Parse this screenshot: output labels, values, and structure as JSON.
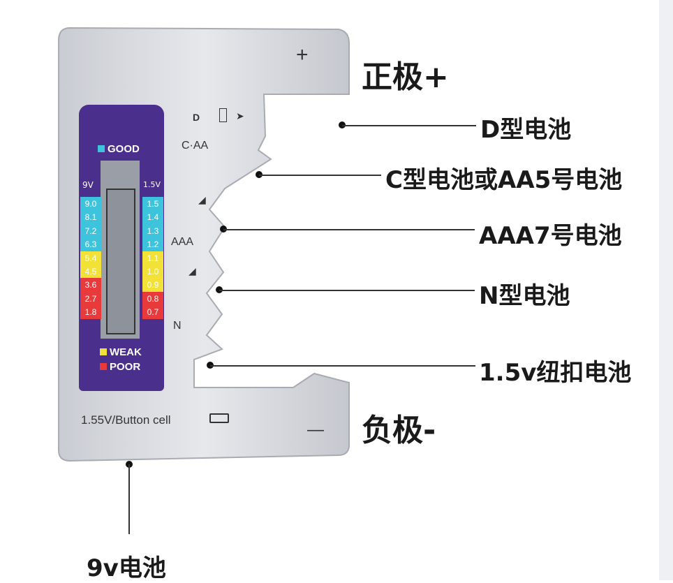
{
  "annotations": {
    "positive": "正极+",
    "negative": "负极-",
    "d": "D型电池",
    "c_aa": "C型电池或AA5号电池",
    "aaa": "AAA7号电池",
    "n": "N型电池",
    "button": "1.5v纽扣电池",
    "nine_v": "9v电池"
  },
  "device": {
    "plus": "+",
    "minus": "—",
    "d": "D",
    "c_aa": "C·AA",
    "aaa": "AAA",
    "n": "N",
    "bottom": "1.55V/Button cell"
  },
  "panel": {
    "good": "GOOD",
    "weak": "WEAK",
    "poor": "POOR",
    "left_header": "9V",
    "right_header": "1.5V",
    "left": [
      {
        "v": "9.0",
        "c": "#3ec3dc"
      },
      {
        "v": "8.1",
        "c": "#3ec3dc"
      },
      {
        "v": "7.2",
        "c": "#3ec3dc"
      },
      {
        "v": "6.3",
        "c": "#3ec3dc"
      },
      {
        "v": "5.4",
        "c": "#f2e238"
      },
      {
        "v": "4.5",
        "c": "#f2e238"
      },
      {
        "v": "3.6",
        "c": "#e83a3a"
      },
      {
        "v": "2.7",
        "c": "#e83a3a"
      },
      {
        "v": "1.8",
        "c": "#e83a3a"
      }
    ],
    "right": [
      {
        "v": "1.5",
        "c": "#3ec3dc"
      },
      {
        "v": "1.4",
        "c": "#3ec3dc"
      },
      {
        "v": "1.3",
        "c": "#3ec3dc"
      },
      {
        "v": "1.2",
        "c": "#3ec3dc"
      },
      {
        "v": "1.1",
        "c": "#f2e238"
      },
      {
        "v": "1.0",
        "c": "#f2e238"
      },
      {
        "v": "0.9",
        "c": "#f2e238"
      },
      {
        "v": "0.8",
        "c": "#e83a3a"
      },
      {
        "v": "0.7",
        "c": "#e83a3a"
      }
    ]
  }
}
